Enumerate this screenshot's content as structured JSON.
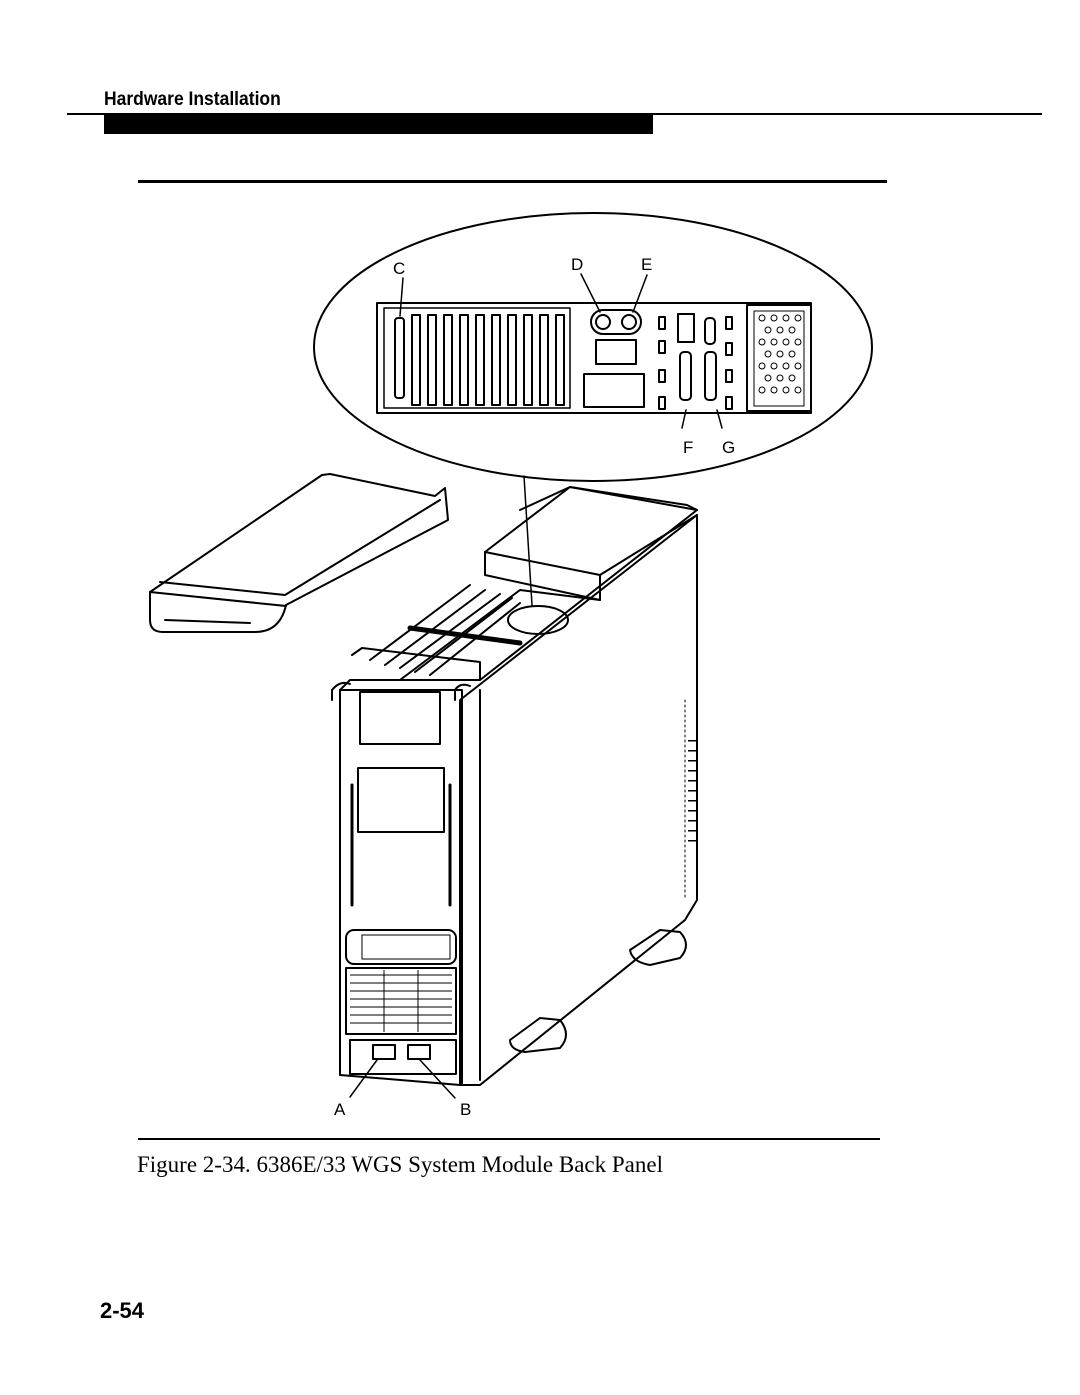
{
  "header": {
    "section": "Hardware  Installation"
  },
  "figure": {
    "callouts": {
      "a": "A",
      "b": "B",
      "c": "C",
      "d": "D",
      "e": "E",
      "f": "F",
      "g": "G"
    },
    "caption": "Figure 2-34. 6386E/33 WGS System Module Back Panel"
  },
  "footer": {
    "page_number": "2-54"
  }
}
